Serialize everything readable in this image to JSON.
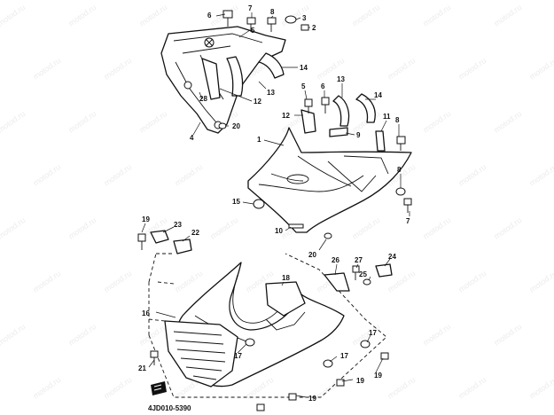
{
  "watermark": "motod.ru",
  "diagram_code": "4JD010-5390",
  "front_arrow_icon": "fwd-arrow-icon",
  "callouts": [
    {
      "id": "c6a",
      "label": "6"
    },
    {
      "id": "c7a",
      "label": "7"
    },
    {
      "id": "c8a",
      "label": "8"
    },
    {
      "id": "c3",
      "label": "3"
    },
    {
      "id": "c2",
      "label": "2"
    },
    {
      "id": "c5a",
      "label": "5"
    },
    {
      "id": "c14a",
      "label": "14"
    },
    {
      "id": "c13a",
      "label": "13"
    },
    {
      "id": "c12a",
      "label": "12"
    },
    {
      "id": "c28",
      "label": "28"
    },
    {
      "id": "c20a",
      "label": "20"
    },
    {
      "id": "c4",
      "label": "4"
    },
    {
      "id": "c5b",
      "label": "5"
    },
    {
      "id": "c6b",
      "label": "6"
    },
    {
      "id": "c13b",
      "label": "13"
    },
    {
      "id": "c14b",
      "label": "14"
    },
    {
      "id": "c12b",
      "label": "12"
    },
    {
      "id": "c9",
      "label": "9"
    },
    {
      "id": "c11",
      "label": "11"
    },
    {
      "id": "c8b",
      "label": "8"
    },
    {
      "id": "c1",
      "label": "1"
    },
    {
      "id": "c8c",
      "label": "8"
    },
    {
      "id": "c7b",
      "label": "7"
    },
    {
      "id": "c15",
      "label": "15"
    },
    {
      "id": "c10",
      "label": "10"
    },
    {
      "id": "c20b",
      "label": "20"
    },
    {
      "id": "c19a",
      "label": "19"
    },
    {
      "id": "c23",
      "label": "23"
    },
    {
      "id": "c22",
      "label": "22"
    },
    {
      "id": "c26",
      "label": "26"
    },
    {
      "id": "c27",
      "label": "27"
    },
    {
      "id": "c24",
      "label": "24"
    },
    {
      "id": "c25",
      "label": "25"
    },
    {
      "id": "c18",
      "label": "18"
    },
    {
      "id": "c16",
      "label": "16"
    },
    {
      "id": "c17a",
      "label": "17"
    },
    {
      "id": "c17b",
      "label": "17"
    },
    {
      "id": "c17c",
      "label": "17"
    },
    {
      "id": "c21",
      "label": "21"
    },
    {
      "id": "c19b",
      "label": "19"
    },
    {
      "id": "c19c",
      "label": "19"
    },
    {
      "id": "c19d",
      "label": "19"
    }
  ]
}
